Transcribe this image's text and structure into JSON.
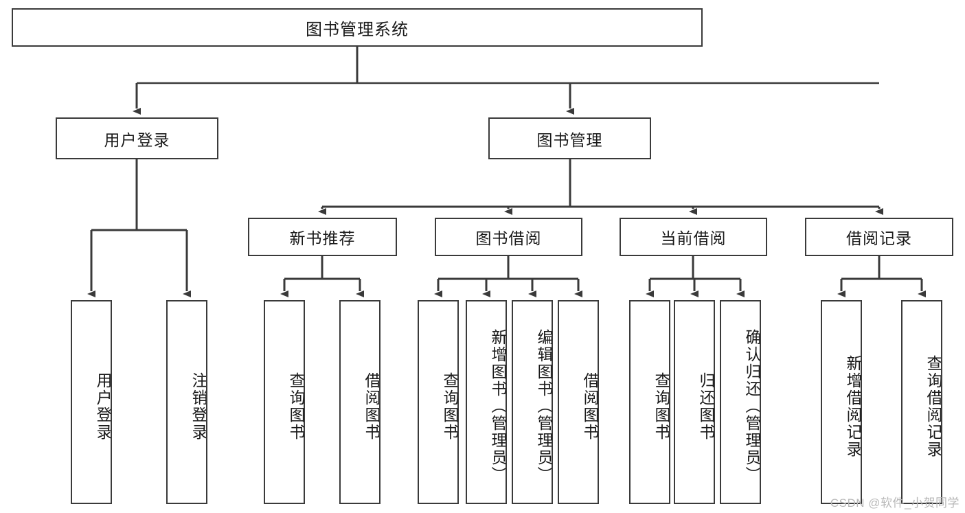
{
  "diagram": {
    "title": "图书管理系统",
    "type": "tree-hierarchy",
    "root": {
      "label": "图书管理系统"
    },
    "level2": [
      {
        "label": "用户登录"
      },
      {
        "label": "图书管理"
      }
    ],
    "level3": [
      {
        "label": "新书推荐"
      },
      {
        "label": "图书借阅"
      },
      {
        "label": "当前借阅"
      },
      {
        "label": "借阅记录"
      }
    ],
    "leaves": {
      "user_login": [
        {
          "label": "用户登录"
        },
        {
          "label": "注销登录"
        }
      ],
      "new_book_recommend": [
        {
          "label": "查询图书"
        },
        {
          "label": "借阅图书"
        }
      ],
      "book_borrow": [
        {
          "label": "查询图书"
        },
        {
          "label": "新增图书（管理员）"
        },
        {
          "label": "编辑图书（管理员）"
        },
        {
          "label": "借阅图书"
        }
      ],
      "current_borrow": [
        {
          "label": "查询图书"
        },
        {
          "label": "归还图书"
        },
        {
          "label": "确认归还（管理员）"
        }
      ],
      "borrow_record": [
        {
          "label": "新增借阅记录"
        },
        {
          "label": "查询借阅记录"
        }
      ]
    }
  },
  "watermark": {
    "text": "CSDN @软件_小贺同学"
  },
  "colors": {
    "stroke": "#3a3a3a",
    "background": "#ffffff",
    "text": "#1a1a1a",
    "watermark": "#b8b8b8"
  }
}
